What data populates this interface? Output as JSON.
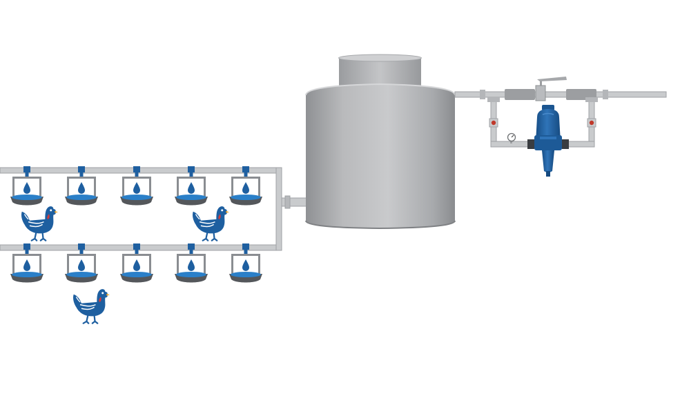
{
  "diagram": {
    "description_free": true,
    "colors": {
      "background": "#ffffff",
      "pipe_fill": "#c9cbcd",
      "pipe_stroke": "#9fa2a5",
      "tank_light": "#c6c7c9",
      "tank_mid": "#a5a7aa",
      "tank_dark": "#8e9093",
      "accent_blue": "#1e5fa0",
      "water_blue": "#2a7fc8",
      "bowl_dark": "#54575b",
      "valve_red": "#c0392b"
    },
    "icons": {
      "tank": "water-tank-icon",
      "dosing_pump": "dosing-pump-icon",
      "drinker": "poultry-drinker-icon",
      "chicken": "chicken-icon",
      "gauge": "pressure-gauge-icon",
      "valve": "ball-valve-icon"
    },
    "counts": {
      "drinkers_per_line": 5,
      "drinker_lines": 2,
      "chickens": 3
    }
  }
}
